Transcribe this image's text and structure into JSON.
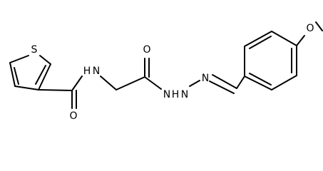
{
  "molecule": {
    "labels": {
      "sulfur": "S",
      "amide_oxygen": "O",
      "amide_nitrogen": "N",
      "amide_hydrogen": "H",
      "hydrazide_oxygen": "O",
      "hydrazide_nitrogen": "N",
      "hydrazide_hydrogen": "H",
      "imine_nitrogen": "N",
      "ether_oxygen": "O"
    },
    "colors": {
      "bond": "#000000",
      "text": "#000000",
      "background": "#ffffff"
    }
  }
}
